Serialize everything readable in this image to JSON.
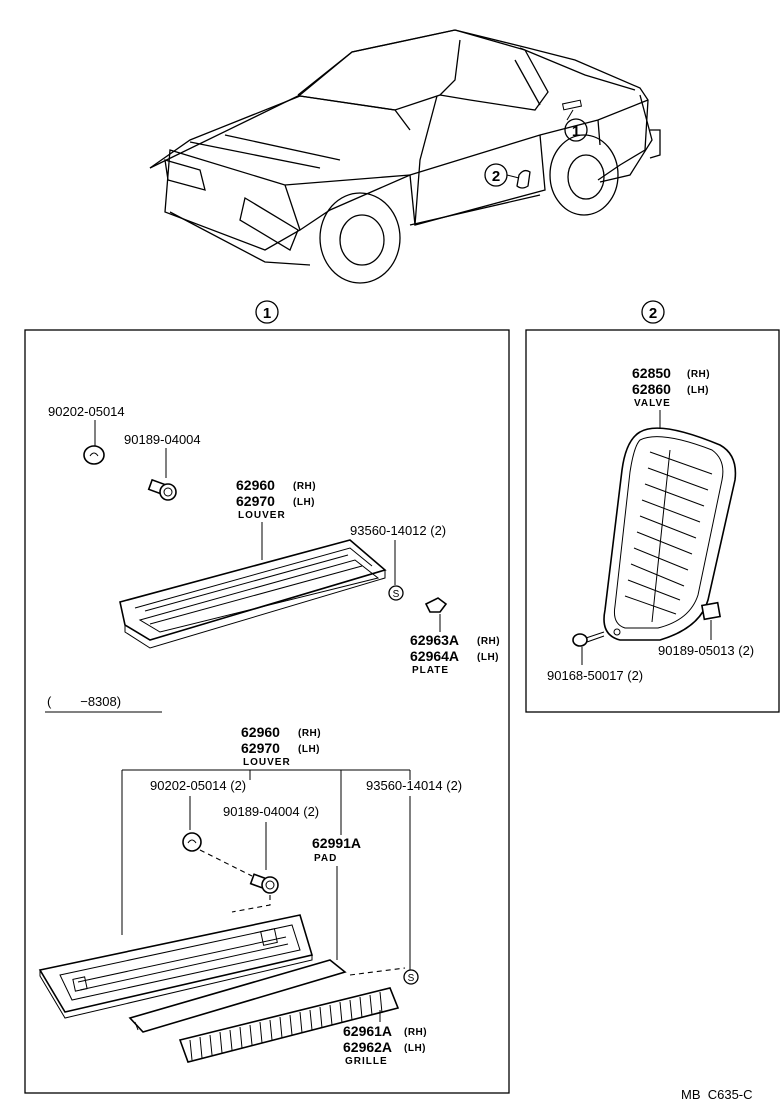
{
  "callouts": {
    "c1": "1",
    "c2": "2"
  },
  "panel1": {
    "label_top": "1",
    "p_90202": "90202-05014",
    "p_90189": "90189-04004",
    "louver_rh": "62960",
    "louver_rh_suffix": "(RH)",
    "louver_lh": "62970",
    "louver_lh_suffix": "(LH)",
    "louver_name": "LOUVER",
    "screw": "93560-14012 (2)",
    "plate_rh": "62963A",
    "plate_rh_suffix": "(RH)",
    "plate_lh": "62964A",
    "plate_lh_suffix": "(LH)",
    "plate_name": "PLATE",
    "range": "(        −8308)",
    "b_louver_rh": "62960",
    "b_louver_rh_suffix": "(RH)",
    "b_louver_lh": "62970",
    "b_louver_lh_suffix": "(LH)",
    "b_louver_name": "LOUVER",
    "b_90202": "90202-05014 (2)",
    "b_90189": "90189-04004 (2)",
    "b_screw": "93560-14014 (2)",
    "pad": "62991A",
    "pad_name": "PAD",
    "grille_rh": "62961A",
    "grille_rh_suffix": "(RH)",
    "grille_lh": "62962A",
    "grille_lh_suffix": "(LH)",
    "grille_name": "GRILLE",
    "s_mark": "S"
  },
  "panel2": {
    "label_top": "2",
    "valve_rh": "62850",
    "valve_rh_suffix": "(RH)",
    "valve_lh": "62860",
    "valve_lh_suffix": "(LH)",
    "valve_name": "VALVE",
    "p_90189": "90189-05013 (2)",
    "p_90168": "90168-50017 (2)"
  },
  "footer": {
    "code": "MB  C635-C"
  }
}
